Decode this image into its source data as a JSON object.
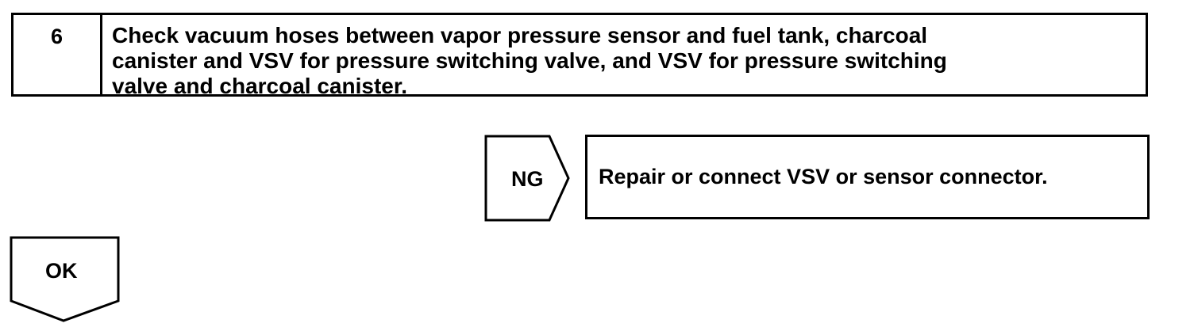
{
  "step": {
    "number": "6",
    "text": "Check vacuum hoses between vapor pressure sensor and fuel tank, charcoal\ncanister and VSV for pressure switching valve, and VSV for pressure switching\nvalve and charcoal canister."
  },
  "ng_branch": {
    "label": "NG",
    "result": "Repair or connect VSV or sensor connector."
  },
  "ok_branch": {
    "label": "OK"
  }
}
